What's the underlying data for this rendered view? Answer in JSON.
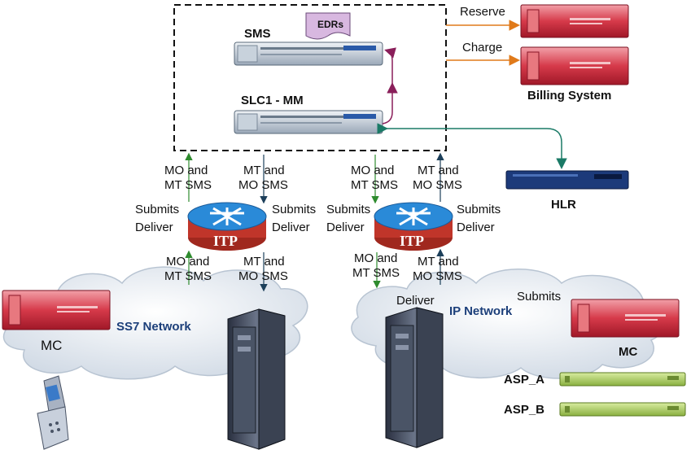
{
  "nodes": {
    "sms": "SMS",
    "edrs": "EDRs",
    "slc1": "SLC1 - MM",
    "billing": "Billing System",
    "hlr": "HLR",
    "mc_left": "MC",
    "mc_right": "MC",
    "ss7": "SS7 Network",
    "ip": "IP Network",
    "asp_a": "ASP_A",
    "asp_b": "ASP_B",
    "itp_left": "ITP",
    "itp_right": "ITP"
  },
  "edges": {
    "reserve": "Reserve",
    "charge": "Charge",
    "mo_mt_1a": "MO and",
    "mo_mt_1b": "MT SMS",
    "mt_mo_1a": "MT and",
    "mt_mo_1b": "MO SMS",
    "mo_mt_2a": "MO and",
    "mo_mt_2b": "MT SMS",
    "mt_mo_2a": "MT and",
    "mt_mo_2b": "MO SMS",
    "mo_mt_3a": "MO and",
    "mo_mt_3b": "MT SMS",
    "mt_mo_3a": "MT and",
    "mt_mo_3b": "MO SMS",
    "mo_mt_4a": "MO and",
    "mo_mt_4b": "MT SMS",
    "mt_mo_4a": "MT and",
    "mt_mo_4b": "MO SMS",
    "submits_1": "Submits",
    "deliver_1": "Deliver",
    "submits_2": "Submits",
    "deliver_2": "Deliver",
    "submits_3": "Submits",
    "deliver_3": "Deliver",
    "submits_4": "Submits",
    "deliver_4": "Deliver",
    "deliver_ip": "Deliver",
    "submits_ip": "Submits"
  },
  "colors": {
    "orange_arrow": "#e07a1a",
    "purple_arrow": "#8a1f5a",
    "teal_arrow": "#1a7a66",
    "green_arrow": "#2e8b2e",
    "navy_arrow": "#1c3f5a",
    "server_red": "#c8283a",
    "asp_green": "#a8cc5a",
    "itp_blue": "#2a8ad8",
    "itp_red": "#c0352a"
  }
}
